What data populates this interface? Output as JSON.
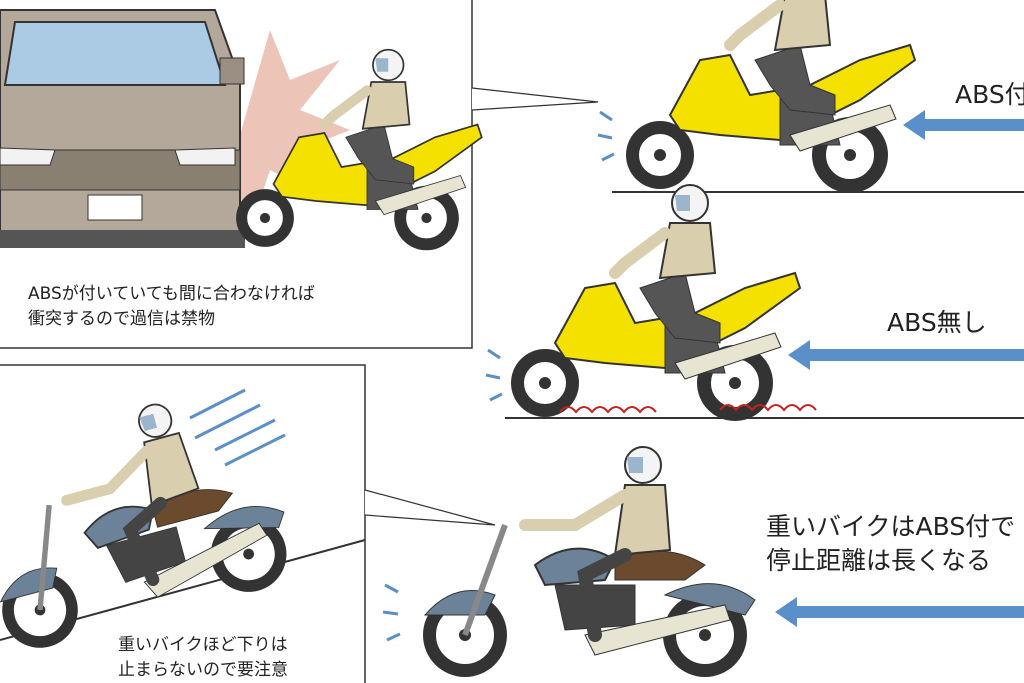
{
  "panels": {
    "collision_caption": [
      "ABSが付いていても間に合わなければ",
      "衝突するので過信は禁物"
    ],
    "downhill_caption": [
      "重いバイクほど下りは",
      "止まらないので要注意"
    ]
  },
  "labels": {
    "abs_on": "ABS付",
    "abs_off": "ABS無し",
    "heavy_bike": [
      "重いバイクはABS付で",
      "停止距離は長くなる"
    ]
  },
  "colors": {
    "arrow": "#5b8fc9",
    "sport_bike": "#f5e100",
    "cruiser_tank": "#6c8299",
    "car_body": "#b3a89a",
    "skid": "#cc1f1f",
    "rider_jacket": "#d9cfae"
  }
}
